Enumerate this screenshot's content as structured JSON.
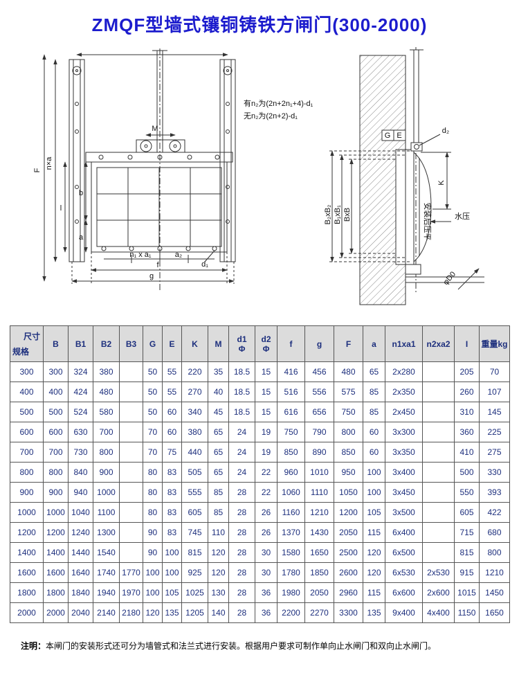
{
  "title": "ZMQF型墙式镶铜铸铁方闸门(300-2000)",
  "drawing": {
    "left": {
      "M": "M",
      "F": "F",
      "nxa": "n×a",
      "l": "l",
      "b": "b",
      "a": "a",
      "n1a1": "n₁ x a₁",
      "a2": "a₂",
      "d1": "d₁",
      "f": "f",
      "g": "g",
      "note1": "有n₂为(2n+2n₁+4)-d₁",
      "note2": "无n₂为(2n+2)-d₁"
    },
    "right": {
      "G": "G",
      "E": "E",
      "d2": "d₂",
      "K": "K",
      "water": "水压",
      "B2": "B₂xB₂",
      "B1": "B₁xB₁",
      "B": "BxB",
      "flat": "安装后压平",
      "D0": "φD0"
    }
  },
  "table": {
    "corner_top": "尺寸",
    "corner_bottom": "规格",
    "columns": [
      "B",
      "B1",
      "B2",
      "B3",
      "G",
      "E",
      "K",
      "M",
      "d1\nΦ",
      "d2\nΦ",
      "f",
      "g",
      "F",
      "a",
      "n1xa1",
      "n2xa2",
      "I",
      "重量kg"
    ],
    "rows": [
      {
        "spec": "300",
        "values": [
          "300",
          "324",
          "380",
          "",
          "50",
          "55",
          "220",
          "35",
          "18.5",
          "15",
          "416",
          "456",
          "480",
          "65",
          "2x280",
          "",
          "205",
          "70"
        ]
      },
      {
        "spec": "400",
        "values": [
          "400",
          "424",
          "480",
          "",
          "50",
          "55",
          "270",
          "40",
          "18.5",
          "15",
          "516",
          "556",
          "575",
          "85",
          "2x350",
          "",
          "260",
          "107"
        ]
      },
      {
        "spec": "500",
        "values": [
          "500",
          "524",
          "580",
          "",
          "50",
          "60",
          "340",
          "45",
          "18.5",
          "15",
          "616",
          "656",
          "750",
          "85",
          "2x450",
          "",
          "310",
          "145"
        ]
      },
      {
        "spec": "600",
        "values": [
          "600",
          "630",
          "700",
          "",
          "70",
          "60",
          "380",
          "65",
          "24",
          "19",
          "750",
          "790",
          "800",
          "60",
          "3x300",
          "",
          "360",
          "225"
        ]
      },
      {
        "spec": "700",
        "values": [
          "700",
          "730",
          "800",
          "",
          "70",
          "75",
          "440",
          "65",
          "24",
          "19",
          "850",
          "890",
          "850",
          "60",
          "3x350",
          "",
          "410",
          "275"
        ]
      },
      {
        "spec": "800",
        "values": [
          "800",
          "840",
          "900",
          "",
          "80",
          "83",
          "505",
          "65",
          "24",
          "22",
          "960",
          "1010",
          "950",
          "100",
          "3x400",
          "",
          "500",
          "330"
        ]
      },
      {
        "spec": "900",
        "values": [
          "900",
          "940",
          "1000",
          "",
          "80",
          "83",
          "555",
          "85",
          "28",
          "22",
          "1060",
          "1110",
          "1050",
          "100",
          "3x450",
          "",
          "550",
          "393"
        ]
      },
      {
        "spec": "1000",
        "values": [
          "1000",
          "1040",
          "1100",
          "",
          "80",
          "83",
          "605",
          "85",
          "28",
          "26",
          "1160",
          "1210",
          "1200",
          "105",
          "3x500",
          "",
          "605",
          "422"
        ]
      },
      {
        "spec": "1200",
        "values": [
          "1200",
          "1240",
          "1300",
          "",
          "90",
          "83",
          "745",
          "110",
          "28",
          "26",
          "1370",
          "1430",
          "2050",
          "115",
          "6x400",
          "",
          "715",
          "680"
        ]
      },
      {
        "spec": "1400",
        "values": [
          "1400",
          "1440",
          "1540",
          "",
          "90",
          "100",
          "815",
          "120",
          "28",
          "30",
          "1580",
          "1650",
          "2500",
          "120",
          "6x500",
          "",
          "815",
          "800"
        ]
      },
      {
        "spec": "1600",
        "values": [
          "1600",
          "1640",
          "1740",
          "1770",
          "100",
          "100",
          "925",
          "120",
          "28",
          "30",
          "1780",
          "1850",
          "2600",
          "120",
          "6x530",
          "2x530",
          "915",
          "1210"
        ]
      },
      {
        "spec": "1800",
        "values": [
          "1800",
          "1840",
          "1940",
          "1970",
          "100",
          "105",
          "1025",
          "130",
          "28",
          "36",
          "1980",
          "2050",
          "2960",
          "115",
          "6x600",
          "2x600",
          "1015",
          "1450"
        ]
      },
      {
        "spec": "2000",
        "values": [
          "2000",
          "2040",
          "2140",
          "2180",
          "120",
          "135",
          "1205",
          "140",
          "28",
          "36",
          "2200",
          "2270",
          "3300",
          "135",
          "9x400",
          "4x400",
          "1150",
          "1650"
        ]
      }
    ]
  },
  "note": {
    "label": "注明：",
    "text": "本闸门的安装形式还可分为墙管式和法兰式进行安装。根据用户要求可制作单向止水闸门和双向止水闸门。"
  }
}
